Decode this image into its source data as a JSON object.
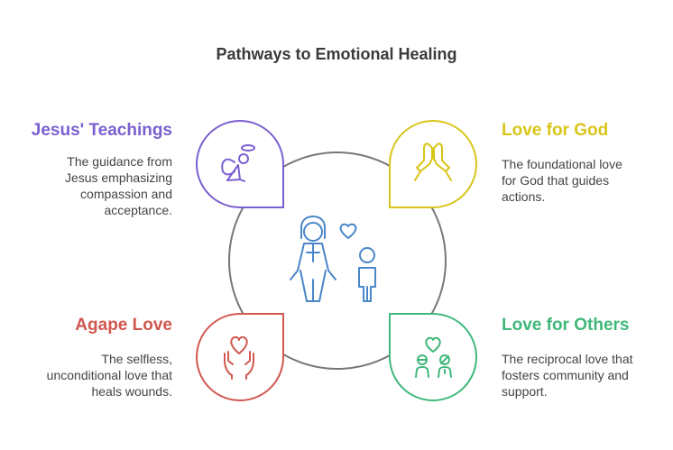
{
  "title": "Pathways to Emotional Healing",
  "nodes": {
    "jesus_teachings": {
      "heading": "Jesus' Teachings",
      "desc_lines": [
        "The guidance from",
        "Jesus emphasizing",
        "compassion and",
        "acceptance."
      ],
      "color": "#7a5fd0",
      "icon": "angel-icon"
    },
    "love_for_god": {
      "heading": "Love for God",
      "desc_lines": [
        "The foundational love",
        "for God that guides",
        "actions."
      ],
      "color": "#d9c518",
      "icon": "praying-hands-icon"
    },
    "agape_love": {
      "heading": "Agape Love",
      "desc_lines": [
        "The selfless,",
        "unconditional love that",
        "heals wounds."
      ],
      "color": "#d0584f",
      "icon": "hands-heart-icon"
    },
    "love_for_others": {
      "heading": "Love for Others",
      "desc_lines": [
        "The reciprocal love that",
        "fosters community and",
        "support."
      ],
      "color": "#3fb87a",
      "icon": "people-heart-icon"
    }
  },
  "center": {
    "icon": "parent-child-heart-icon",
    "color": "#4a86c8"
  },
  "ring_color": "#777777"
}
